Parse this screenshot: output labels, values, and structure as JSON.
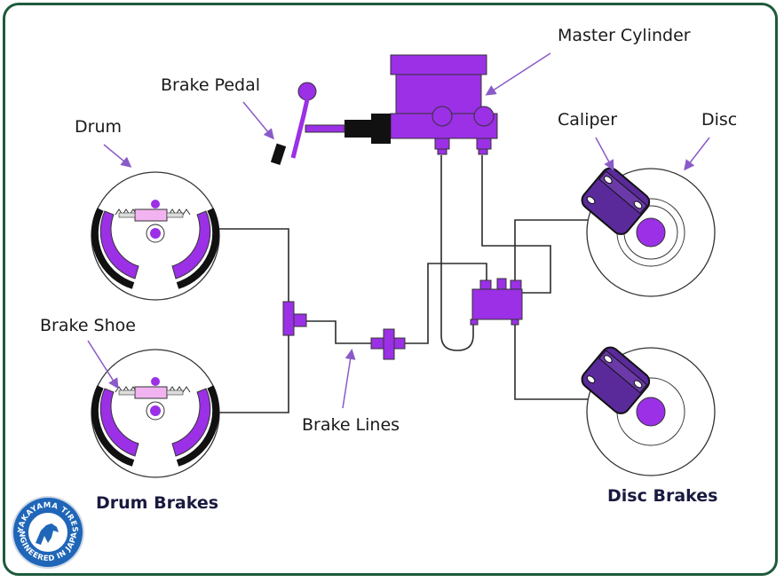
{
  "labels": {
    "master_cylinder": "Master Cylinder",
    "brake_pedal": "Brake Pedal",
    "drum": "Drum",
    "caliper": "Caliper",
    "disc": "Disc",
    "brake_shoe": "Brake Shoe",
    "brake_lines": "Brake Lines",
    "drum_brakes": "Drum Brakes",
    "disc_brakes": "Disc Brakes"
  },
  "logo": {
    "top_text": "YAKAYAMA TIRES",
    "bottom_text": "ENGINEERED IN JAPAN"
  },
  "colors": {
    "component": "#9b30e6",
    "dark_component": "#5a2a9a",
    "line": "#2b2b2b",
    "frame": "#1e5a3c",
    "logo_blue": "#1f66b8"
  }
}
